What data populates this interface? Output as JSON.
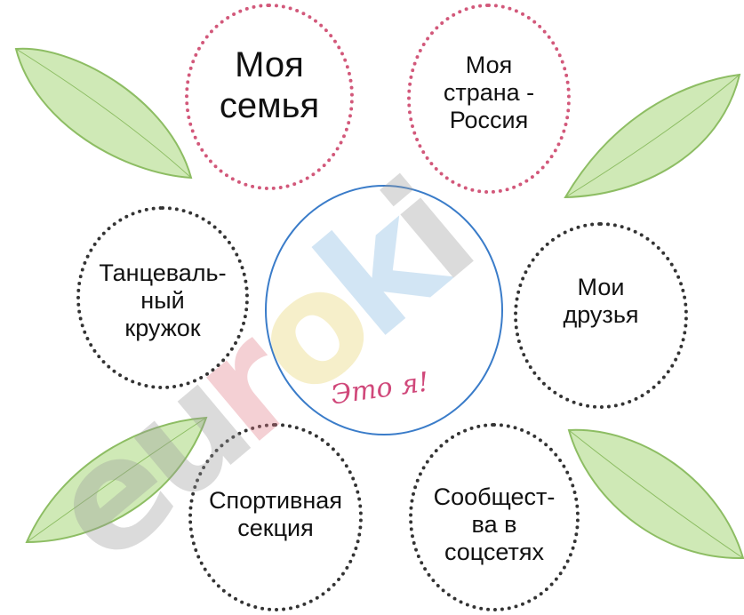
{
  "colors": {
    "leaf_fill": "#cfe9b6",
    "leaf_edge": "#8dbd63",
    "bubble_pink": "#d2587a",
    "bubble_dark": "#333333",
    "center_ring": "#3a7cc9",
    "caption": "#d0487a"
  },
  "center": {
    "caption": "Это я!"
  },
  "bubbles": [
    {
      "id": "family",
      "lines": [
        "Моя",
        "семья"
      ],
      "border": "pink"
    },
    {
      "id": "country",
      "lines": [
        "Моя",
        "страна -",
        "Россия"
      ],
      "border": "pink"
    },
    {
      "id": "dance",
      "lines": [
        "Танцеваль-",
        "ный",
        "кружок"
      ],
      "border": "dark"
    },
    {
      "id": "friends",
      "lines": [
        "Мои",
        "друзья"
      ],
      "border": "dark"
    },
    {
      "id": "sport",
      "lines": [
        "Спортивная",
        "секция"
      ],
      "border": "dark"
    },
    {
      "id": "social",
      "lines": [
        "Сообщест-",
        "ва в",
        "соцсетях"
      ],
      "border": "dark"
    }
  ],
  "watermark": {
    "text": "euroki",
    "letters": [
      "e",
      "u",
      "r",
      "o",
      "k",
      "i"
    ],
    "colors": [
      "#9a9a9a",
      "#9a9a9a",
      "#e27a86",
      "#e8d36a",
      "#7fb6e0",
      "#9a9a9a"
    ]
  },
  "leaves": [
    "leaf-top-left",
    "leaf-top-right",
    "leaf-bottom-left",
    "leaf-bottom-right"
  ]
}
